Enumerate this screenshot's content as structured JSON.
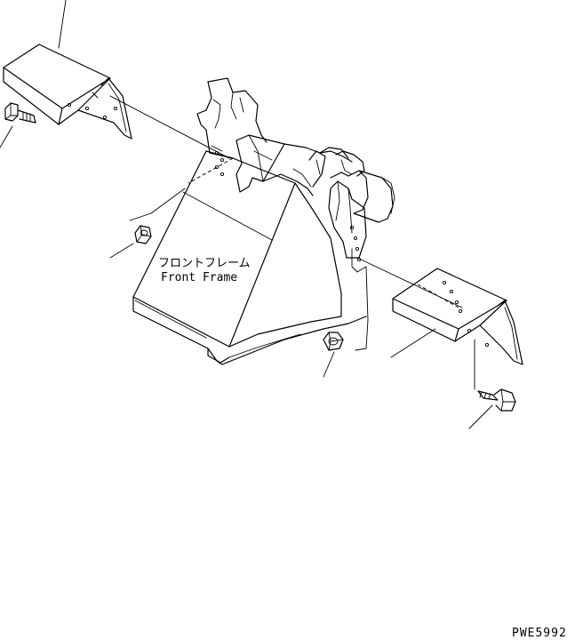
{
  "labels": {
    "part_jp": "フロントフレーム",
    "part_en": "Front Frame",
    "drawing_code": "PWE5992"
  }
}
